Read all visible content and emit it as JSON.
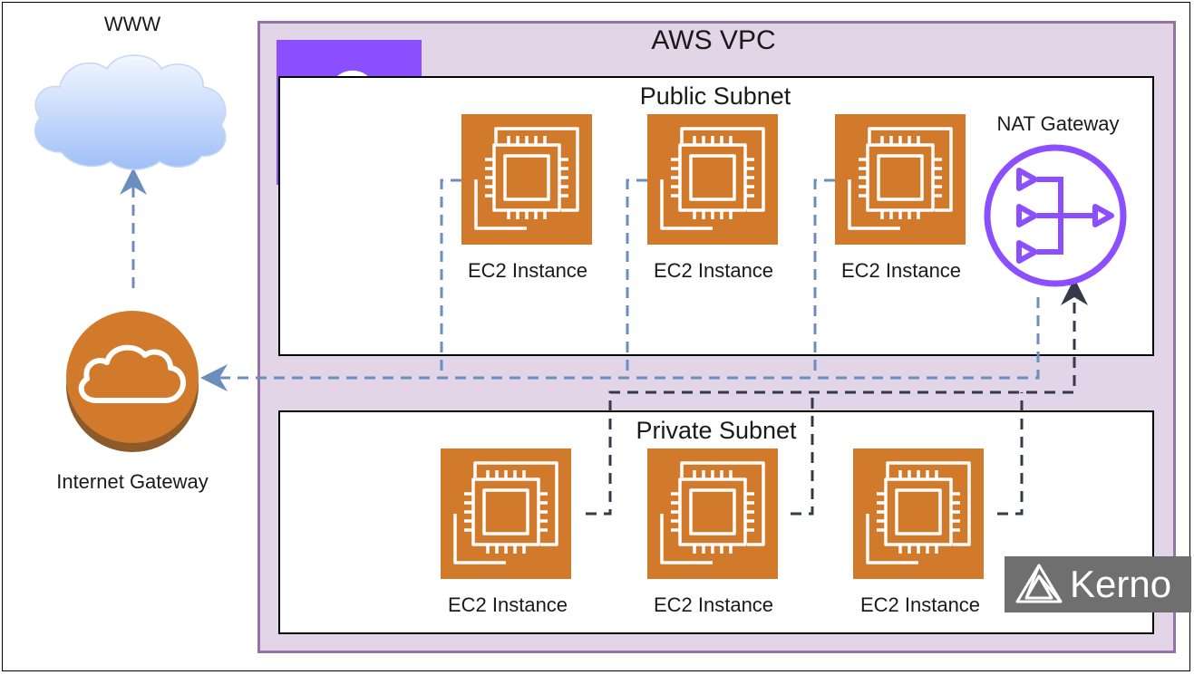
{
  "diagram": {
    "www_label": "WWW",
    "vpc_label": "AWS VPC",
    "public_subnet_label": "Public Subnet",
    "private_subnet_label": "Private Subnet",
    "nat_gateway_label": "NAT Gateway",
    "internet_gateway_label": "Internet Gateway",
    "public_instances": [
      {
        "label": "EC2 Instance"
      },
      {
        "label": "EC2 Instance"
      },
      {
        "label": "EC2 Instance"
      }
    ],
    "private_instances": [
      {
        "label": "EC2 Instance"
      },
      {
        "label": "EC2 Instance"
      },
      {
        "label": "EC2 Instance"
      }
    ],
    "watermark": "Kerno"
  },
  "colors": {
    "vpc_fill": "#e1d5e7",
    "vpc_border": "#9673a6",
    "ec2_orange": "#d27a2c",
    "vpc_icon_purple": "#8c4fff",
    "nat_purple": "#8c4fff",
    "public_link": "#6c8ebf",
    "private_link": "#36394a"
  }
}
